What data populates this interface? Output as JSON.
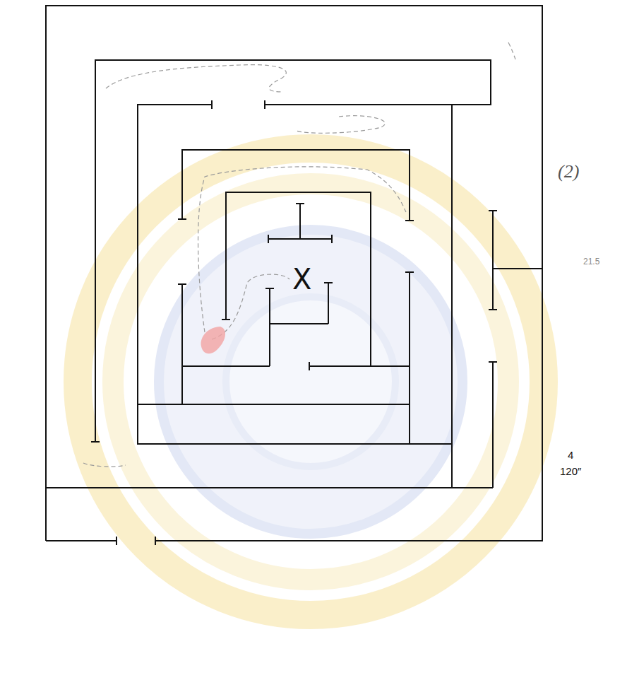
{
  "diagram": {
    "labels": [
      "X",
      "(2)",
      "21.5",
      "4",
      "120″"
    ]
  }
}
